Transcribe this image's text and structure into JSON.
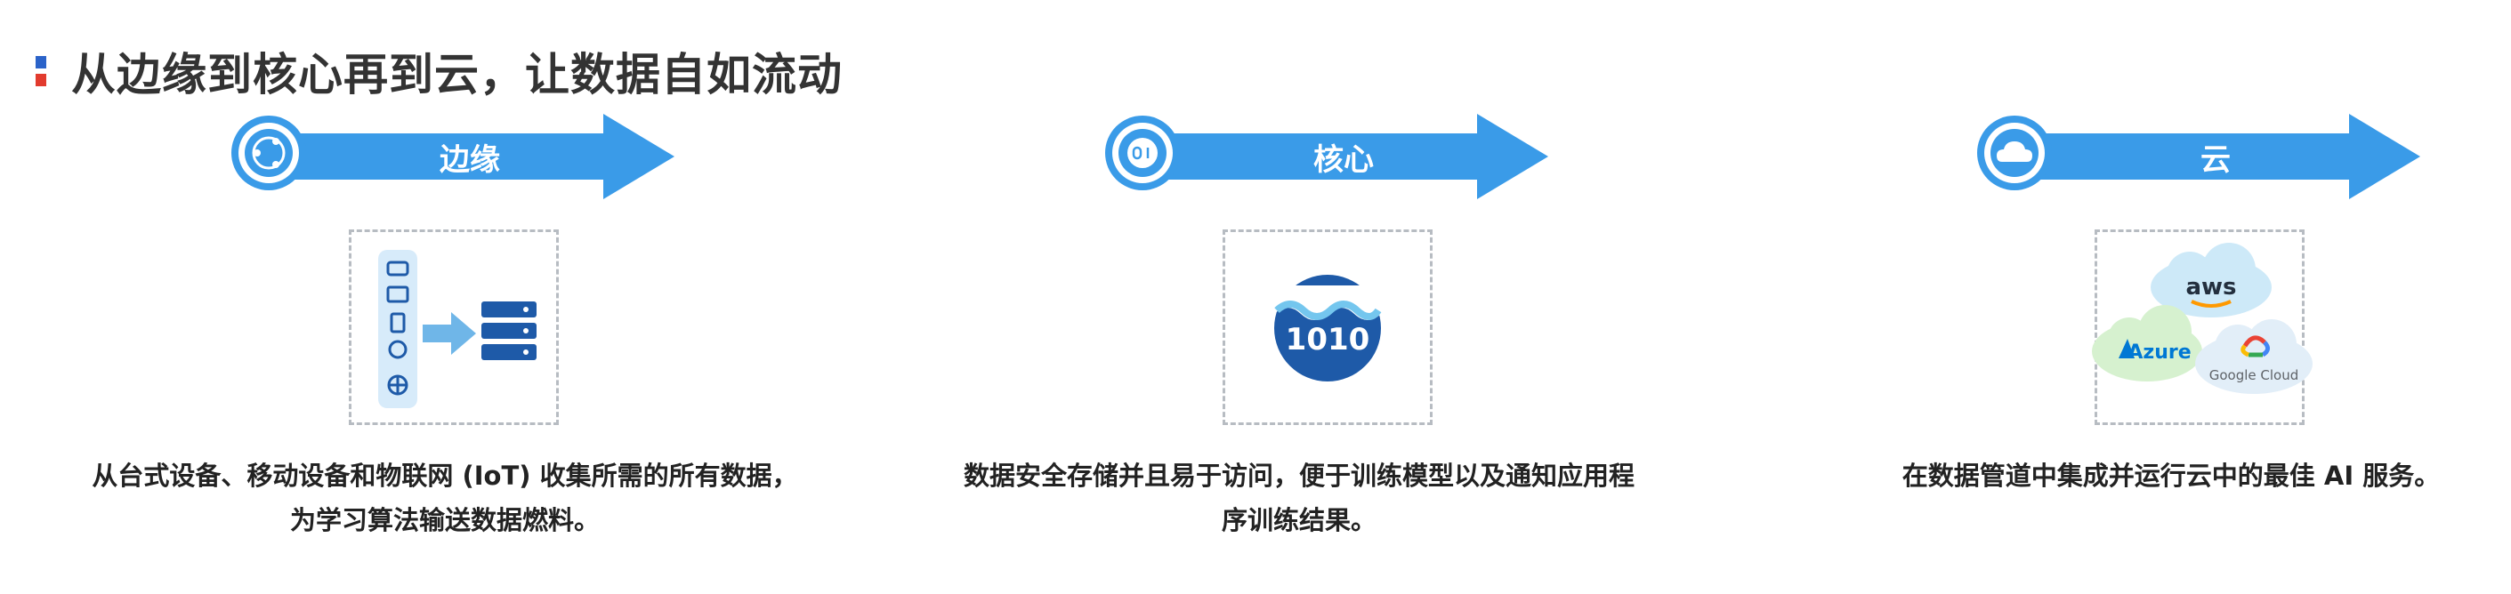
{
  "page": {
    "title": "从边缘到核心再到云，让数据自如流动",
    "accent_color": "#3a9be8",
    "marker_colors": [
      "#2b63c9",
      "#e23b2e"
    ]
  },
  "columns": [
    {
      "key": "edge",
      "arrow_label": "边缘",
      "arrow_icon": "circle-nodes-icon",
      "image": "devices-to-server-icon",
      "description_lines": [
        "从台式设备、移动设备和物联网 (IoT) 收集所需的所有数据，",
        "为学习算法输送数据燃料。"
      ]
    },
    {
      "key": "core",
      "arrow_label": "核心",
      "arrow_icon": "binary-circle-icon",
      "image": "data-lake-1010-icon",
      "image_text": "1010",
      "description_lines": [
        "数据安全存储并且易于访问，便于训练模型以及通知应用程",
        "序训练结果。"
      ]
    },
    {
      "key": "cloud",
      "arrow_label": "云",
      "arrow_icon": "cloud-icon",
      "image": "cloud-providers-icon",
      "providers": [
        "aws",
        "Azure",
        "Google Cloud"
      ],
      "description_lines": [
        "在数据管道中集成并运行云中的最佳 AI 服务。"
      ]
    }
  ]
}
